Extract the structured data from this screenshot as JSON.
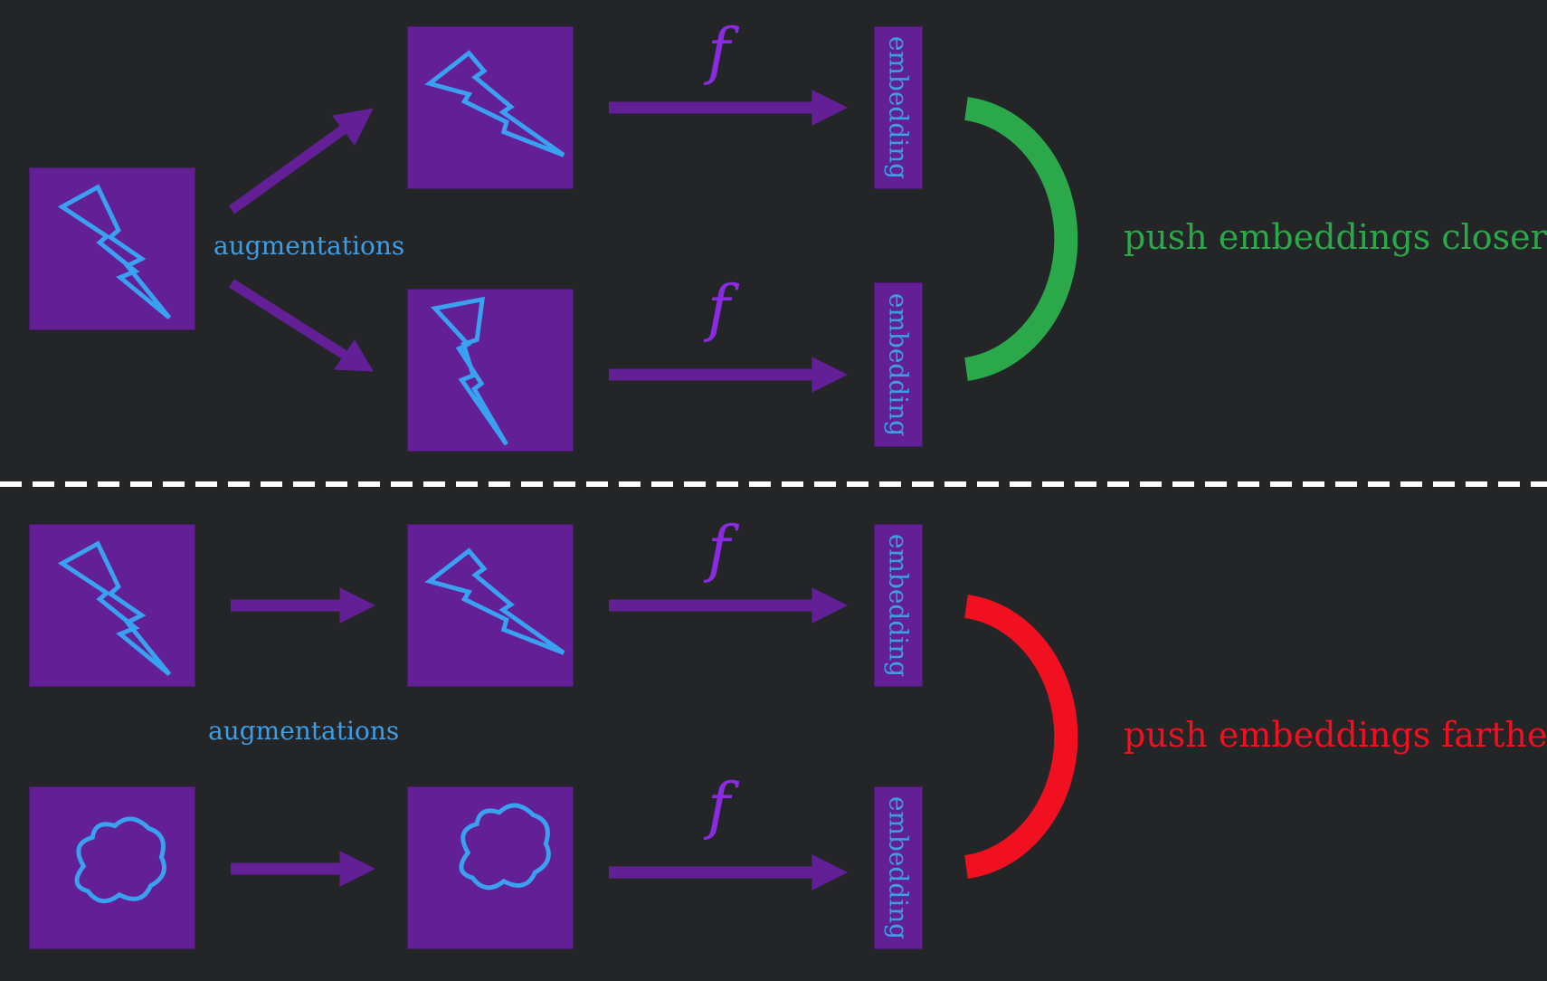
{
  "top": {
    "augmentations_label": "augmentations",
    "embedding_labels": [
      "embedding",
      "embedding"
    ],
    "function_labels": [
      "f",
      "f"
    ],
    "result_label": "push embeddings closer",
    "result_color": "#2aa84a"
  },
  "bottom": {
    "augmentations_label": "augmentations",
    "embedding_labels": [
      "embedding",
      "embedding"
    ],
    "function_labels": [
      "f",
      "f"
    ],
    "result_label": "push embeddings farther",
    "result_color": "#f01020"
  },
  "colors": {
    "background": "#242527",
    "box": "#621f96",
    "arrow": "#621f96",
    "icon": "#3aa0f0",
    "text_blue": "#3d9ee6",
    "function": "#8a2be2",
    "divider": "#ffffff"
  },
  "icons": [
    "lightning-icon",
    "cloud-icon"
  ]
}
